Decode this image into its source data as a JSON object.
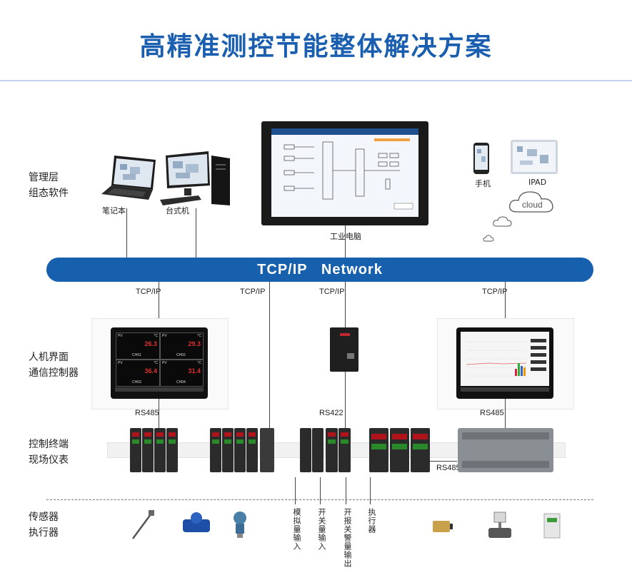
{
  "title": "高精准测控节能整体解决方案",
  "layers": {
    "management": [
      "管理层",
      "组态软件"
    ],
    "hmi": [
      "人机界面",
      "通信控制器"
    ],
    "control": [
      "控制终端",
      "现场仪表"
    ],
    "sensor": [
      "传感器",
      "执行器"
    ]
  },
  "devices": {
    "laptop": "笔记本",
    "desktop": "台式机",
    "industrial_pc": "工业电脑",
    "phone": "手机",
    "ipad": "IPAD",
    "cloud": "cloud"
  },
  "network": "TCP/IP   Network",
  "protocols": {
    "tcp1": "TCP/IP",
    "tcp2": "TCP/IP",
    "tcp3": "TCP/IP",
    "tcp4": "TCP/IP",
    "rs485_left": "RS485",
    "rs422": "RS422",
    "rs485_right": "RS485",
    "rs485_bottom": "RS485"
  },
  "hmi_left": {
    "cells": [
      {
        "pv": "PV",
        "unit": "°C",
        "value": "26.3",
        "ch": "CH01"
      },
      {
        "pv": "PV",
        "unit": "°C",
        "value": "29.3",
        "ch": "CH02"
      },
      {
        "pv": "PV",
        "unit": "°C",
        "value": "36.4",
        "ch": "CH03"
      },
      {
        "pv": "PV",
        "unit": "°C",
        "value": "31.4",
        "ch": "CH04"
      }
    ]
  },
  "io_labels": {
    "analog_in": "模拟量输入",
    "switch_in": "开关量输入",
    "alarm_out": "开报关警量输出",
    "actuator": "执行器"
  },
  "colors": {
    "brand": "#1a5eb0",
    "network": "#1760ad",
    "display_red": "#b0131a"
  }
}
